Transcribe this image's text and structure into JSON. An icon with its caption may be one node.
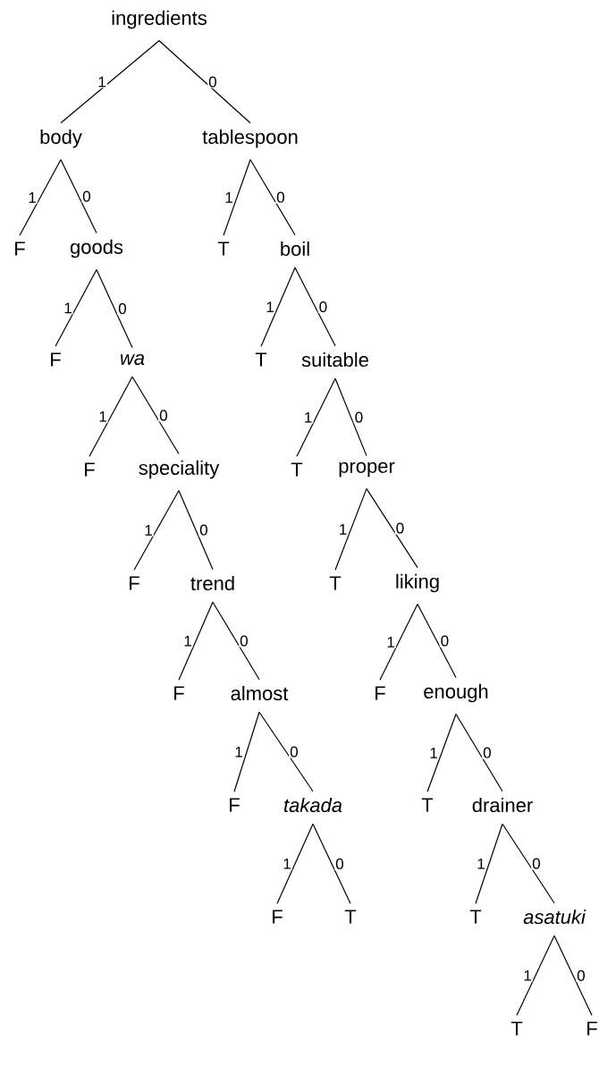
{
  "diagram": {
    "nodes": [
      {
        "text": [
          "ingredients"
        ]
      },
      {
        "text": [
          "body"
        ]
      },
      {
        "text": [
          "tablespoon"
        ]
      },
      {
        "text": [
          "F"
        ]
      },
      {
        "text": [
          "goods"
        ]
      },
      {
        "text": [
          "T"
        ]
      },
      {
        "text": [
          "boil"
        ]
      },
      {
        "text": [
          "F"
        ]
      },
      {
        "text": [
          "wa"
        ]
      },
      {
        "text": [
          "T"
        ]
      },
      {
        "text": [
          "suitable"
        ]
      },
      {
        "text": [
          "F"
        ]
      },
      {
        "text": [
          "speciality"
        ]
      },
      {
        "text": [
          "T"
        ]
      },
      {
        "text": [
          "proper"
        ]
      },
      {
        "text": [
          "F"
        ]
      },
      {
        "text": [
          "trend"
        ]
      },
      {
        "text": [
          "T"
        ]
      },
      {
        "text": [
          "liking"
        ]
      },
      {
        "text": [
          "F"
        ]
      },
      {
        "text": [
          "almost"
        ]
      },
      {
        "text": [
          "F"
        ]
      },
      {
        "text": [
          "enough"
        ]
      },
      {
        "text": [
          "F"
        ]
      },
      {
        "text": [
          "takada"
        ]
      },
      {
        "text": [
          "T"
        ]
      },
      {
        "text": [
          "drainer"
        ]
      },
      {
        "text": [
          "F"
        ]
      },
      {
        "text": [
          "T"
        ]
      },
      {
        "text": [
          "T"
        ]
      },
      {
        "text": [
          "asatuki"
        ]
      },
      {
        "text": [
          "T"
        ]
      },
      {
        "text": [
          "F"
        ]
      }
    ],
    "edges": [
      {
        "from": 0,
        "to": 1,
        "arrow": "none",
        "label": "1"
      },
      {
        "from": 0,
        "to": 2,
        "arrow": "none",
        "label": "0"
      },
      {
        "from": 1,
        "to": 3,
        "arrow": "none",
        "label": "1"
      },
      {
        "from": 1,
        "to": 4,
        "arrow": "none",
        "label": "0"
      },
      {
        "from": 2,
        "to": 5,
        "arrow": "none",
        "label": "1"
      },
      {
        "from": 2,
        "to": 6,
        "arrow": "none",
        "label": "0"
      },
      {
        "from": 4,
        "to": 7,
        "arrow": "none",
        "label": "1"
      },
      {
        "from": 4,
        "to": 8,
        "arrow": "none",
        "label": "0"
      },
      {
        "from": 6,
        "to": 9,
        "arrow": "none",
        "label": "1"
      },
      {
        "from": 6,
        "to": 10,
        "arrow": "none",
        "label": "0"
      },
      {
        "from": 8,
        "to": 11,
        "arrow": "none",
        "label": "1"
      },
      {
        "from": 8,
        "to": 12,
        "arrow": "none",
        "label": "0"
      },
      {
        "from": 10,
        "to": 13,
        "arrow": "none",
        "label": "1"
      },
      {
        "from": 10,
        "to": 14,
        "arrow": "none",
        "label": "0"
      },
      {
        "from": 12,
        "to": 15,
        "arrow": "none",
        "label": "1"
      },
      {
        "from": 12,
        "to": 16,
        "arrow": "none",
        "label": "0"
      },
      {
        "from": 14,
        "to": 17,
        "arrow": "none",
        "label": "1"
      },
      {
        "from": 14,
        "to": 18,
        "arrow": "none",
        "label": "0"
      },
      {
        "from": 16,
        "to": 19,
        "arrow": "none",
        "label": "1"
      },
      {
        "from": 16,
        "to": 20,
        "arrow": "none",
        "label": "0"
      },
      {
        "from": 18,
        "to": 21,
        "arrow": "none",
        "label": "1"
      },
      {
        "from": 18,
        "to": 22,
        "arrow": "none",
        "label": "0"
      },
      {
        "from": 20,
        "to": 23,
        "arrow": "none",
        "label": "1"
      },
      {
        "from": 20,
        "to": 24,
        "arrow": "none",
        "label": "0"
      },
      {
        "from": 22,
        "to": 25,
        "arrow": "none",
        "label": "1"
      },
      {
        "from": 22,
        "to": 26,
        "arrow": "none",
        "label": "0"
      },
      {
        "from": 24,
        "to": 27,
        "arrow": "none",
        "label": "1"
      },
      {
        "from": 24,
        "to": 28,
        "arrow": "none",
        "label": "0"
      },
      {
        "from": 26,
        "to": 29,
        "arrow": "none",
        "label": "1"
      },
      {
        "from": 26,
        "to": 30,
        "arrow": "none",
        "label": "0"
      },
      {
        "from": 30,
        "to": 31,
        "arrow": "none",
        "label": "1"
      },
      {
        "from": 30,
        "to": 32,
        "arrow": "none",
        "label": "0"
      }
    ]
  }
}
